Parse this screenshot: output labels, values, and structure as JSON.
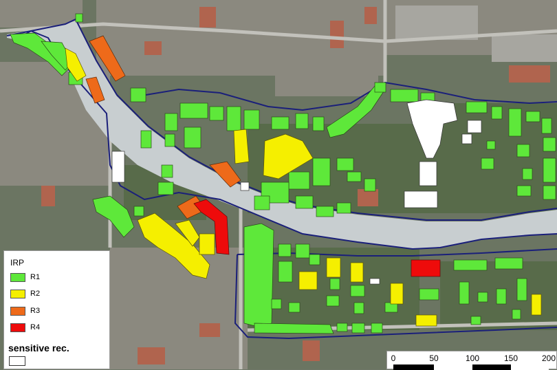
{
  "legend": {
    "title": "IRP",
    "classes": [
      {
        "label": "R1",
        "color": "#5ee83a"
      },
      {
        "label": "R2",
        "color": "#f5ef00"
      },
      {
        "label": "R3",
        "color": "#ee6a1a"
      },
      {
        "label": "R4",
        "color": "#ee0b0b"
      }
    ],
    "sensitive_label": "sensitive rec.",
    "sensitive_color": "#ffffff"
  },
  "scale": {
    "ticks": [
      "0",
      "50",
      "100",
      "150",
      "200"
    ]
  },
  "colors": {
    "river": "#c9cfd2",
    "boundary": "#1a1f7a",
    "vegetation": "#5b6e4e",
    "urban": "#8c8a84",
    "road": "#b8b8b4"
  }
}
